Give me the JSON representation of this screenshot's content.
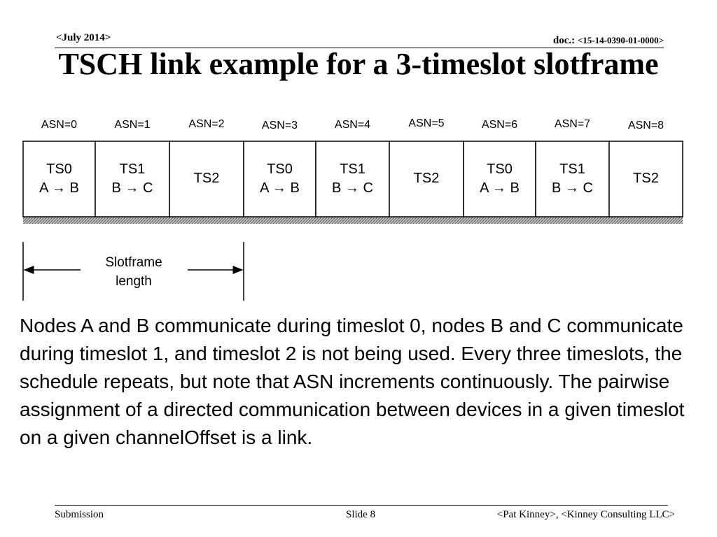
{
  "header": {
    "date": "<July 2014>",
    "doc_label": "doc.: ",
    "doc_number": "<15-14-0390-01-0000>"
  },
  "title": "TSCH link example for a 3-timeslot slotframe",
  "diagram": {
    "asn_labels": [
      "ASN=0",
      "ASN=1",
      "ASN=2",
      "ASN=3",
      "ASN=4",
      "ASN=5",
      "ASN=6",
      "ASN=7",
      "ASN=8"
    ],
    "slots": [
      {
        "ts": "TS0",
        "link": "A → B"
      },
      {
        "ts": "TS1",
        "link": "B → C"
      },
      {
        "ts": "TS2",
        "link": ""
      },
      {
        "ts": "TS0",
        "link": "A → B"
      },
      {
        "ts": "TS1",
        "link": "B → C"
      },
      {
        "ts": "TS2",
        "link": ""
      },
      {
        "ts": "TS0",
        "link": "A → B"
      },
      {
        "ts": "TS1",
        "link": "B → C"
      },
      {
        "ts": "TS2",
        "link": ""
      }
    ],
    "slotframe_label_line1": "Slotframe",
    "slotframe_label_line2": "length"
  },
  "body_text": "Nodes A and B communicate during timeslot 0, nodes B and C communicate during timeslot 1, and timeslot 2 is not being used. Every three timeslots, the schedule repeats, but note that ASN increments continuously. The pairwise assignment of a directed communication between devices in a given timeslot on a given channelOffset is a link.",
  "footer": {
    "left": "Submission",
    "middle": "Slide 8",
    "right": "<Pat Kinney>, <Kinney Consulting LLC>"
  }
}
